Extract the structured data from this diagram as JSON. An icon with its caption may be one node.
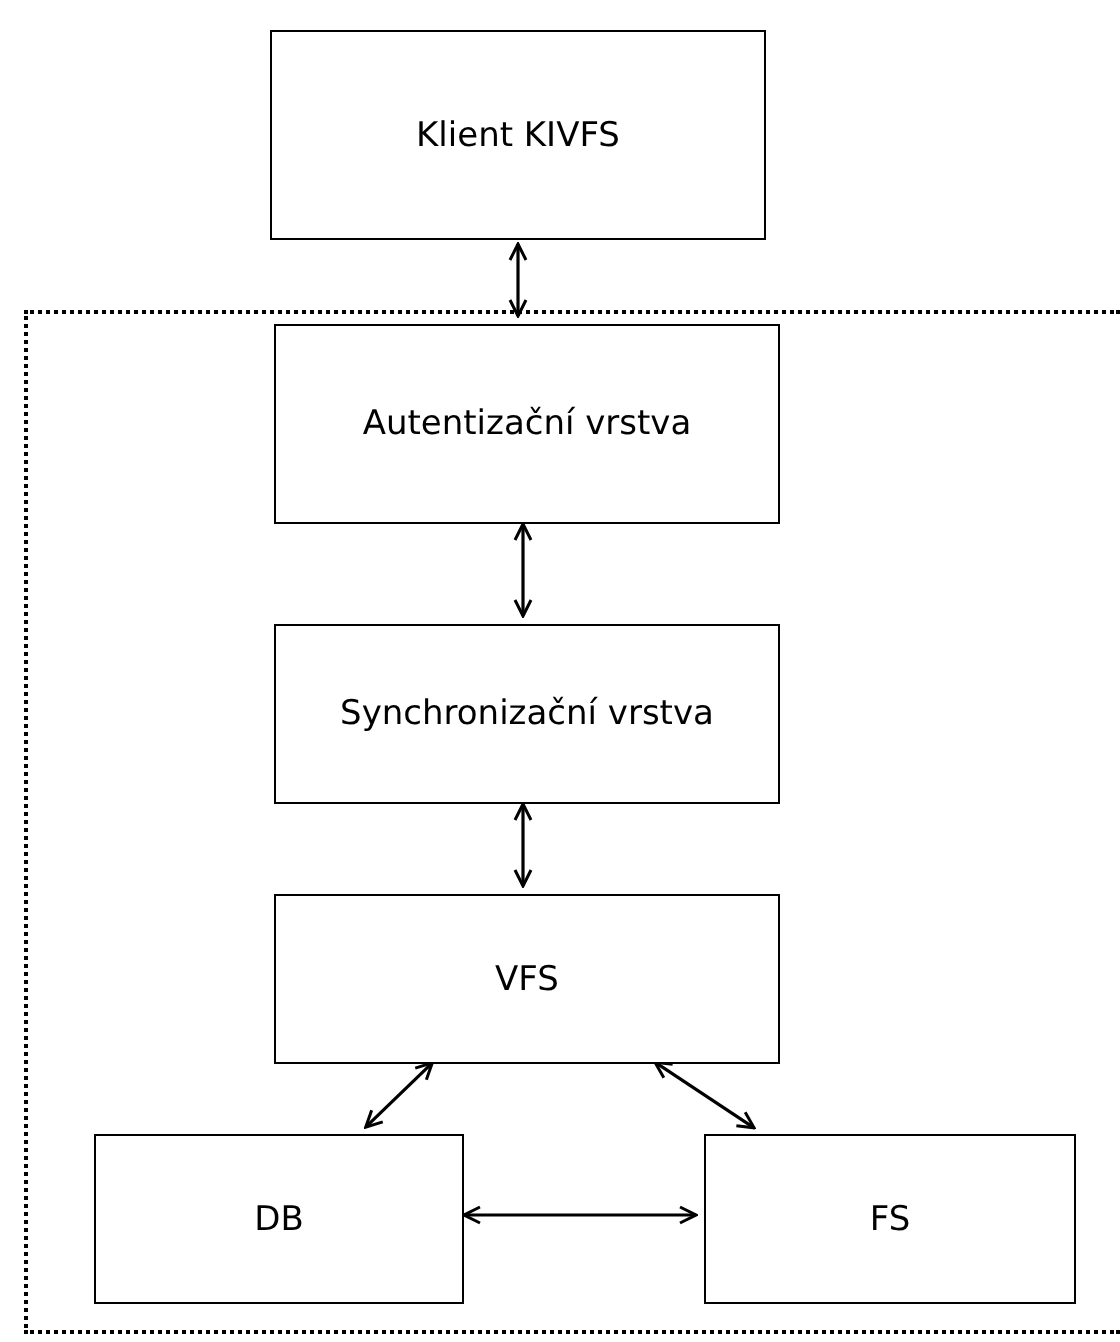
{
  "diagram": {
    "nodes": [
      {
        "text": [
          "Klient KIVFS"
        ]
      },
      {
        "text": [],
        "shape": "box"
      },
      {
        "text": [
          "Autentizační vrstva"
        ],
        "in": 1
      },
      {
        "text": [
          "Synchronizační vrstva"
        ],
        "in": 1
      },
      {
        "text": [
          "VFS"
        ],
        "in": 1
      },
      {
        "text": [
          "DB"
        ],
        "in": 1
      },
      {
        "text": [
          "FS"
        ],
        "in": 1
      }
    ],
    "edges": [
      {
        "from": 0,
        "to": 2,
        "arrow": "both"
      },
      {
        "from": 2,
        "to": 3,
        "arrow": "both"
      },
      {
        "from": 3,
        "to": 4,
        "arrow": "both"
      },
      {
        "from": 4,
        "to": 5,
        "arrow": "both"
      },
      {
        "from": 4,
        "to": 6,
        "arrow": "both"
      },
      {
        "from": 5,
        "to": 6,
        "arrow": "both"
      }
    ]
  }
}
